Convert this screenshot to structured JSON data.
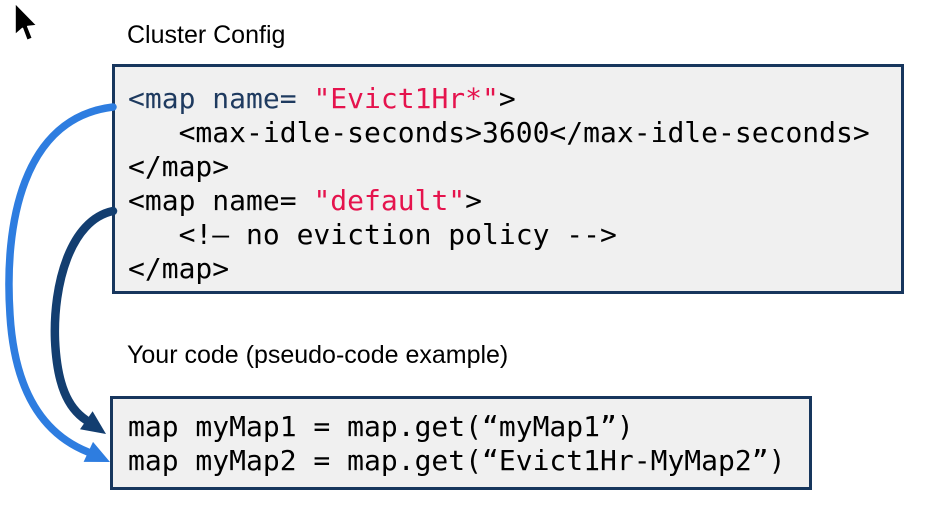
{
  "labels": {
    "config_title": "Cluster Config",
    "code_title": "Your code (pseudo-code example)"
  },
  "colors": {
    "box_border": "#17365d",
    "box_background": "#f0f0f0",
    "tag_navy": "#1e3a5f",
    "string_red": "#e5134d",
    "code_black": "#000000",
    "arrow_blue": "#2e7de0",
    "arrow_navy": "#133e70"
  },
  "config_box": {
    "lines": [
      {
        "segments": [
          {
            "text": "<map name= ",
            "color": "navy"
          },
          {
            "text": "\"Evict1Hr*\"",
            "color": "red"
          },
          {
            "text": ">",
            "color": "black"
          }
        ]
      },
      {
        "segments": [
          {
            "text": "   <max-idle-seconds>3600</max-idle-seconds>",
            "color": "black"
          }
        ]
      },
      {
        "segments": [
          {
            "text": "</map>",
            "color": "black"
          }
        ]
      },
      {
        "segments": [
          {
            "text": "<map name= ",
            "color": "black"
          },
          {
            "text": "\"default\"",
            "color": "red"
          },
          {
            "text": ">",
            "color": "black"
          }
        ]
      },
      {
        "segments": [
          {
            "text": "   <!– no eviction policy -->",
            "color": "black"
          }
        ]
      },
      {
        "segments": [
          {
            "text": "</map>",
            "color": "black"
          }
        ]
      }
    ]
  },
  "code_box": {
    "lines": [
      "map myMap1 = map.get(“myMap1”)",
      "map myMap2 = map.get(“Evict1Hr-MyMap2”)"
    ]
  }
}
